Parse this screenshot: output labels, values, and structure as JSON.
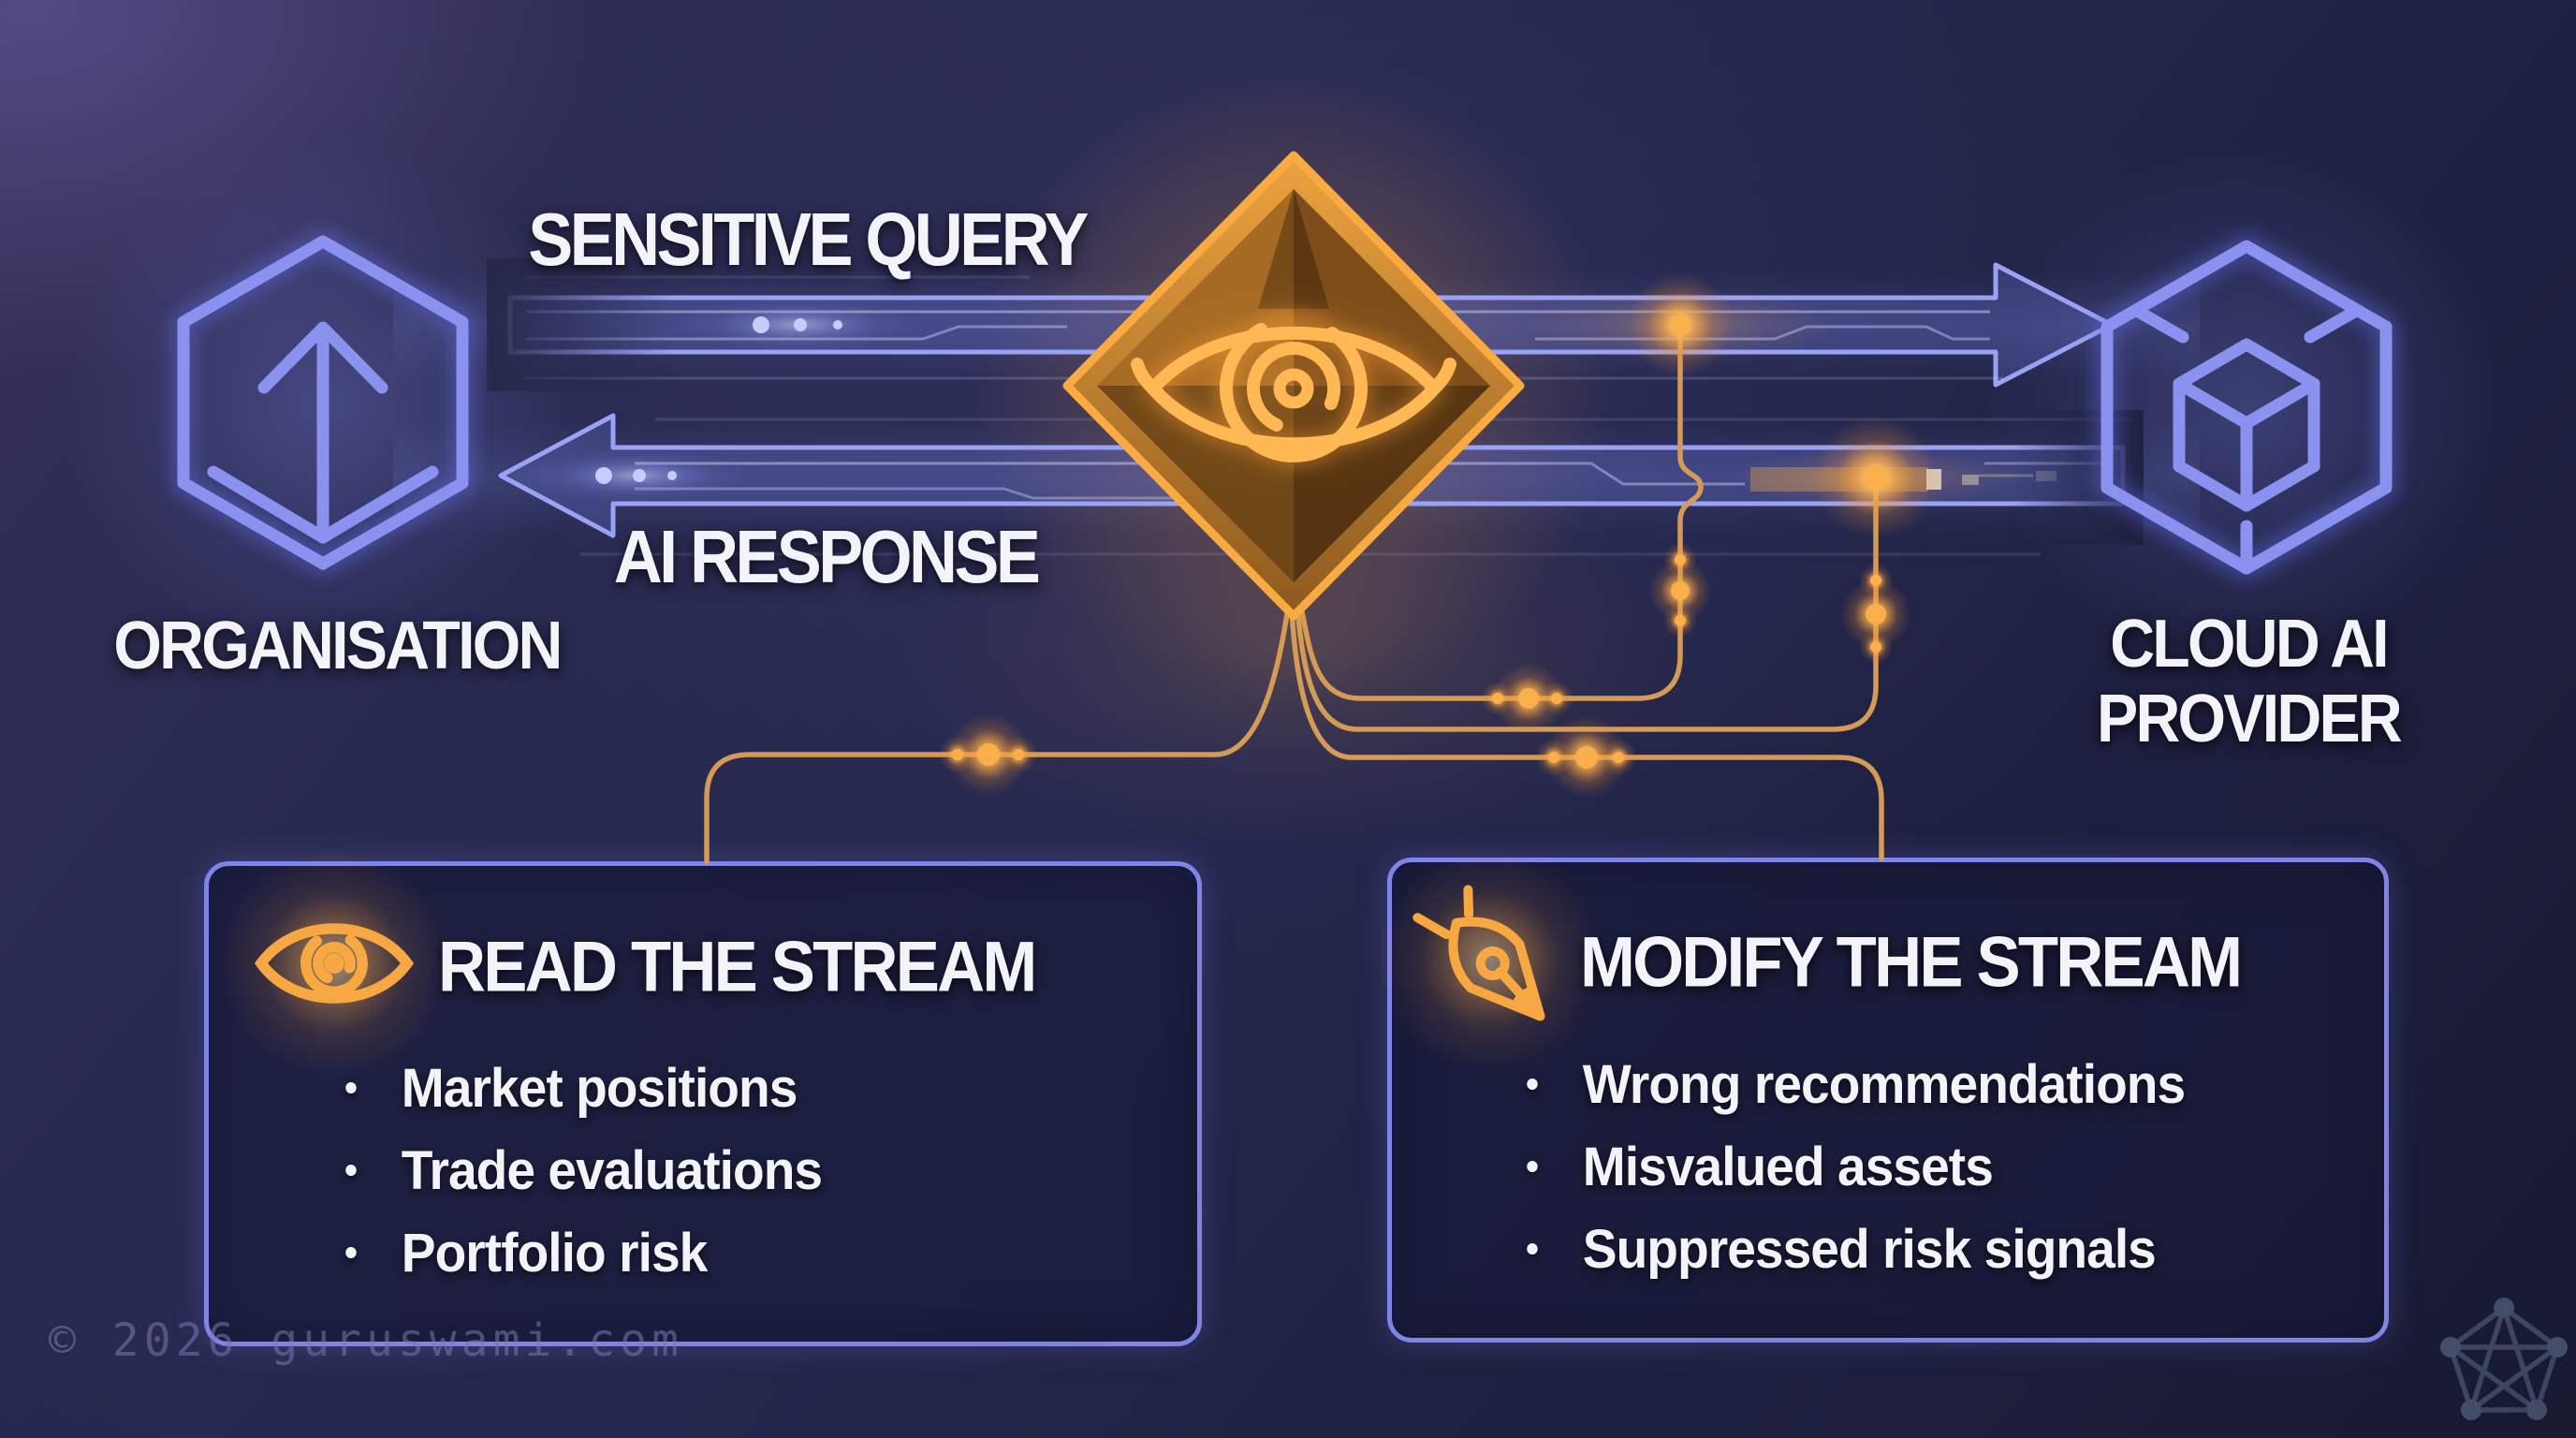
{
  "flow": {
    "query_label": "SENSITIVE QUERY",
    "response_label": "AI RESPONSE"
  },
  "nodes": {
    "organisation": {
      "label": "ORGANISATION",
      "icon": "hexagon-up-arrow-icon"
    },
    "cloud_provider": {
      "label_line1": "CLOUD AI",
      "label_line2": "PROVIDER",
      "icon": "hexagon-cube-icon"
    },
    "interceptor": {
      "icon": "eye-diamond-icon"
    }
  },
  "boxes": {
    "read": {
      "icon": "eye-icon",
      "title": "READ THE STREAM",
      "items": [
        "Market positions",
        "Trade evaluations",
        "Portfolio risk"
      ]
    },
    "modify": {
      "icon": "pen-nib-icon",
      "title": "MODIFY THE STREAM",
      "items": [
        "Wrong recommendations",
        "Misvalued assets",
        "Suppressed risk signals"
      ]
    }
  },
  "footer": {
    "watermark": "© 2026 guruswami.com",
    "logo_icon": "pentagon-network-icon"
  },
  "colors": {
    "accent_orange": "#f8a843",
    "accent_lavender": "#8b92ee",
    "text": "#f3f4f9",
    "watermark": "#7c76b6"
  }
}
